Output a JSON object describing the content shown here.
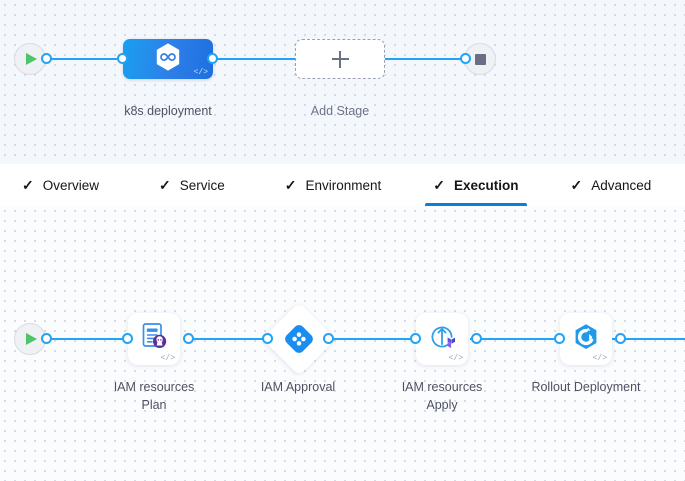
{
  "pipeline": {
    "stage_row": {
      "start_node": {
        "icon": "play-icon",
        "name": "start"
      },
      "stages": [
        {
          "label": "k8s deployment",
          "icon": "helm-infinity-icon",
          "code_tag": "</>"
        }
      ],
      "add_stage": {
        "label": "Add Stage",
        "icon": "plus-icon"
      },
      "end_node": {
        "icon": "stop-square-icon",
        "name": "end"
      }
    }
  },
  "tabs": [
    {
      "label": "Overview",
      "check": "✓",
      "active": false
    },
    {
      "label": "Service",
      "check": "✓",
      "active": false
    },
    {
      "label": "Environment",
      "check": "✓",
      "active": false
    },
    {
      "label": "Execution",
      "check": "✓",
      "active": true
    },
    {
      "label": "Advanced",
      "check": "✓",
      "active": false
    }
  ],
  "execution": {
    "start_node": {
      "icon": "play-icon",
      "name": "start"
    },
    "steps": [
      {
        "label": "IAM resources\nPlan",
        "icon": "terraform-plan-icon",
        "shape": "rounded",
        "code_tag": "</>"
      },
      {
        "label": "IAM Approval",
        "icon": "harness-approval-icon",
        "shape": "diamond",
        "code_tag": ""
      },
      {
        "label": "IAM resources\nApply",
        "icon": "terraform-apply-icon",
        "shape": "rounded",
        "code_tag": "</>"
      },
      {
        "label": "Rollout Deployment",
        "icon": "argo-rollout-icon",
        "shape": "rounded",
        "code_tag": "</>"
      }
    ]
  },
  "colors": {
    "accent_blue": "#23a3f4",
    "tab_active": "#0b7fd4",
    "stage_gradient_from": "#1a9ff0",
    "stage_gradient_to": "#1d6fe0",
    "start_green": "#4dc36a",
    "stop_gray": "#6b6d85",
    "canvas_bg": "#f6f9fc",
    "grid_dot": "#c7d2e0",
    "terraform_purple": "#5c4ee5",
    "label_text": "#4f5162"
  }
}
